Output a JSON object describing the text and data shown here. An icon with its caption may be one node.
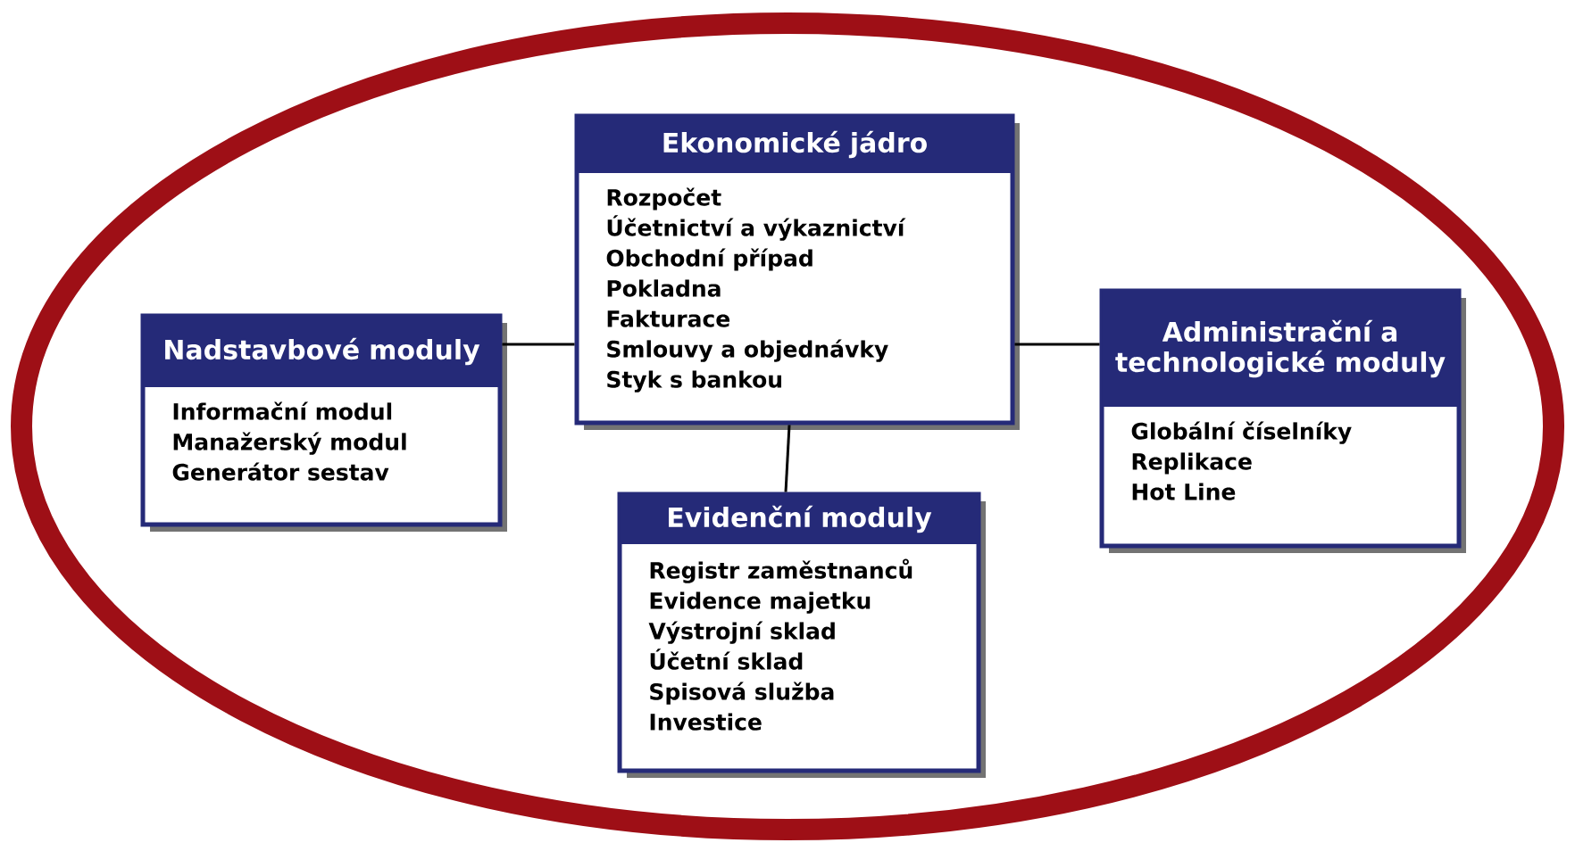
{
  "diagram": {
    "nodes": [
      {
        "text": [
          "Ekonomické jádro",
          "Rozpočet",
          "Účetnictví a výkaznictví",
          "Obchodní případ",
          "Pokladna",
          "Fakturace",
          "Smlouvy a objednávky",
          "Styk s bankou"
        ]
      },
      {
        "text": [
          "Nadstavbové moduly",
          "Informační modul",
          "Manažerský modul",
          "Generátor sestav"
        ]
      },
      {
        "text": [
          "Administrační a technologické moduly",
          "Globální číselníky",
          "Replikace",
          "Hot Line"
        ]
      },
      {
        "text": [
          "Evidenční moduly",
          "Registr zaměstnanců",
          "Evidence majetku",
          "Výstrojní sklad",
          "Účetní sklad",
          "Spisová služba",
          "Investice"
        ]
      }
    ],
    "edges": [
      {
        "from": 0,
        "to": 1,
        "arrow": "none"
      },
      {
        "from": 0,
        "to": 2,
        "arrow": "none"
      },
      {
        "from": 0,
        "to": 3,
        "arrow": "none"
      }
    ]
  }
}
